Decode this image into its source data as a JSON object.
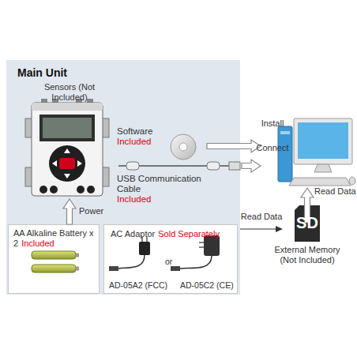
{
  "diagram": {
    "nodes": [
      {
        "text": [
          "Main Unit"
        ]
      },
      {
        "text": [
          "Sensors (Not Included)"
        ],
        "in": 0
      },
      {
        "text": [
          "AA Alkaline Battery x 2",
          "Included"
        ],
        "in": 0
      },
      {
        "text": [
          "AC Adaptor",
          "Sold Separately",
          "AD-05A2 (FCC)",
          "or",
          "AD-05C2 (CE)"
        ],
        "in": 0
      },
      {
        "text": [
          "Software",
          "Included"
        ],
        "in": 0
      },
      {
        "text": [
          "USB Communication Cable",
          "Included"
        ],
        "in": 0
      },
      {
        "text": [
          "SD",
          "External Memory (Not Included)"
        ]
      }
    ],
    "edges": [
      {
        "from": 2,
        "to": 1,
        "arrow": "to",
        "label": "Power"
      },
      {
        "from": 0,
        "to": 6,
        "arrow": "to",
        "label": "Read Data"
      }
    ],
    "labels": [
      "Install",
      "Connect",
      "Read Data"
    ]
  }
}
